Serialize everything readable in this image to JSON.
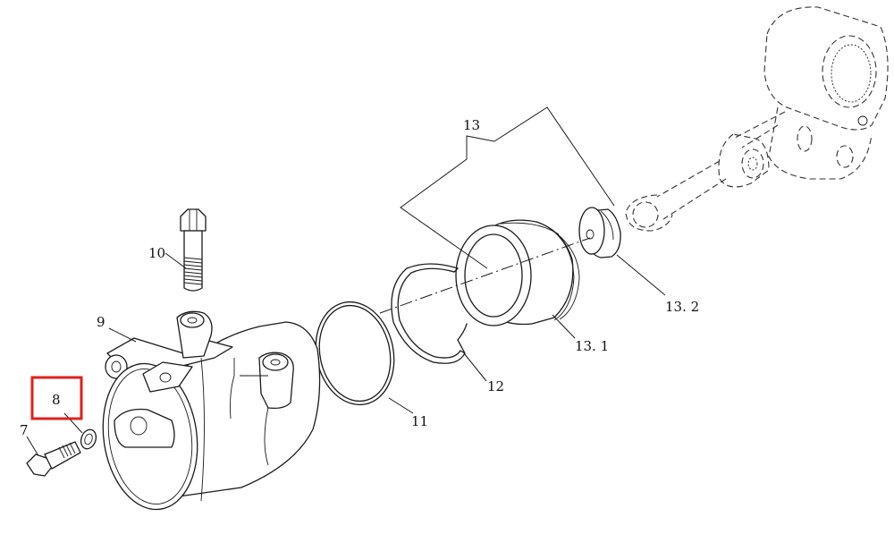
{
  "labels": {
    "p7": "7",
    "p8": "8",
    "p9": "9",
    "p10": "10",
    "p11": "11",
    "p12": "12",
    "p13": "13",
    "p13_1": "13. 1",
    "p13_2": "13. 2"
  },
  "highlight": {
    "target": "8",
    "color": "#e02020"
  }
}
